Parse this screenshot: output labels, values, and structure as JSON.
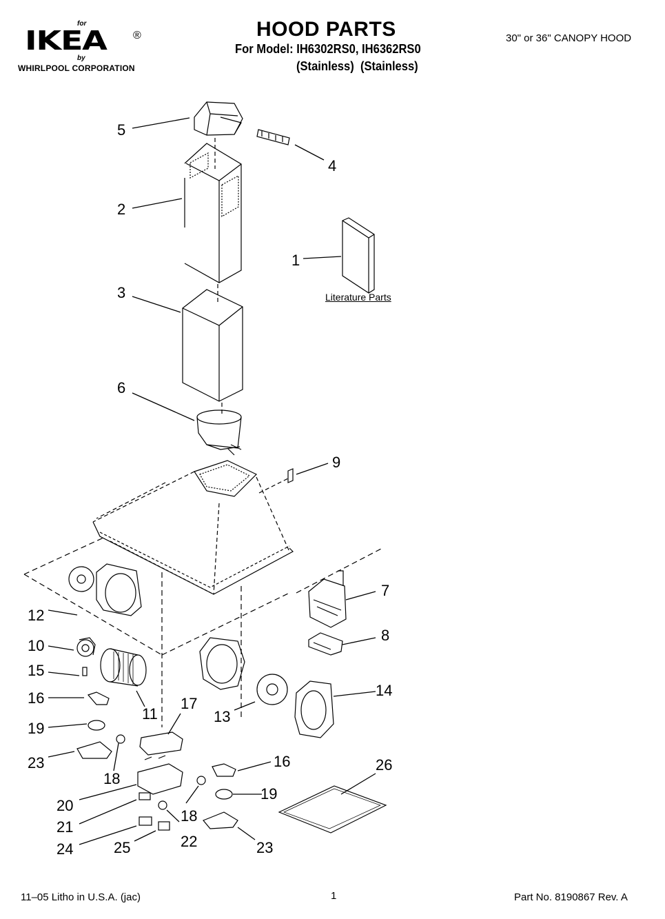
{
  "header": {
    "brand_for": "for",
    "brand_name": "IKEA",
    "brand_reg": "®",
    "brand_by": "by",
    "corporation": "WHIRLPOOL CORPORATION",
    "title": "HOOD PARTS",
    "model_line": "For Model: IH6302RS0, IH6362RS0",
    "finish_line": "(Stainless)  (Stainless)",
    "hood_type": "30\" or 36\" CANOPY HOOD"
  },
  "literature_label": "Literature Parts",
  "callouts": [
    "5",
    "4",
    "2",
    "1",
    "3",
    "6",
    "9",
    "7",
    "12",
    "8",
    "10",
    "15",
    "14",
    "16",
    "11",
    "17",
    "13",
    "19",
    "23",
    "16",
    "26",
    "18",
    "19",
    "20",
    "18",
    "21",
    "24",
    "25",
    "22",
    "23"
  ],
  "footer": {
    "left": "11–05 Litho in U.S.A. (jac)",
    "page": "1",
    "right": "Part No. 8190867 Rev. A"
  }
}
